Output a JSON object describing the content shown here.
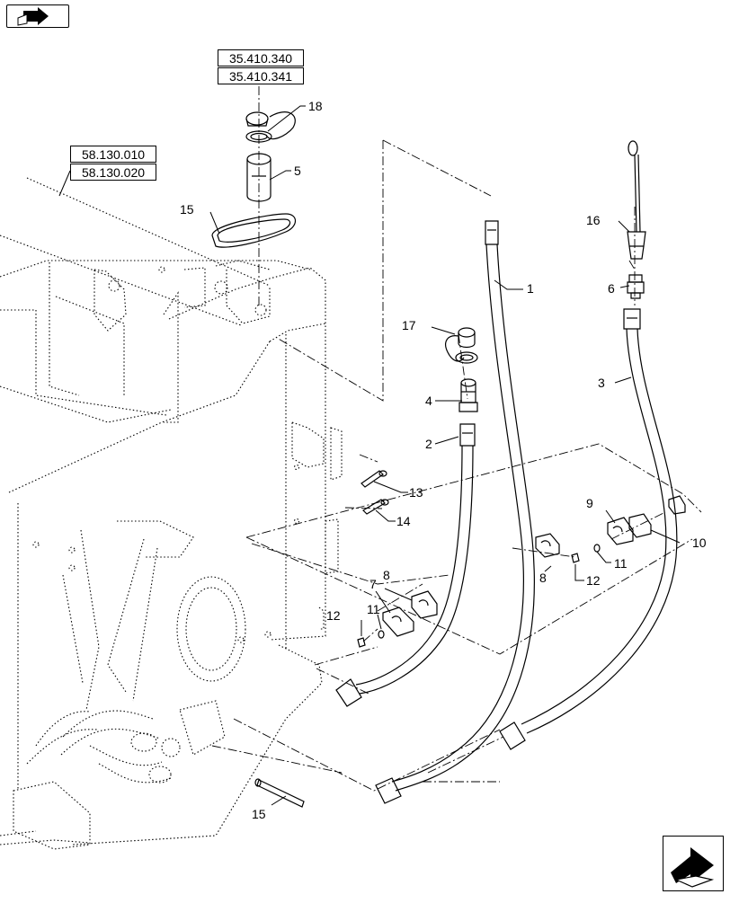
{
  "refs": {
    "r1": "35.410.340",
    "r2": "35.410.341",
    "r3": "58.130.010",
    "r4": "58.130.020"
  },
  "callouts": [
    "18",
    "5",
    "15",
    "1",
    "16",
    "6",
    "17",
    "4",
    "2",
    "3",
    "13",
    "14",
    "9",
    "10",
    "8",
    "12",
    "11",
    "7",
    "8",
    "11",
    "12",
    "15"
  ],
  "icons": {
    "top_left": "previous-page-arrow-icon",
    "bottom_right": "next-page-arrow-icon"
  }
}
